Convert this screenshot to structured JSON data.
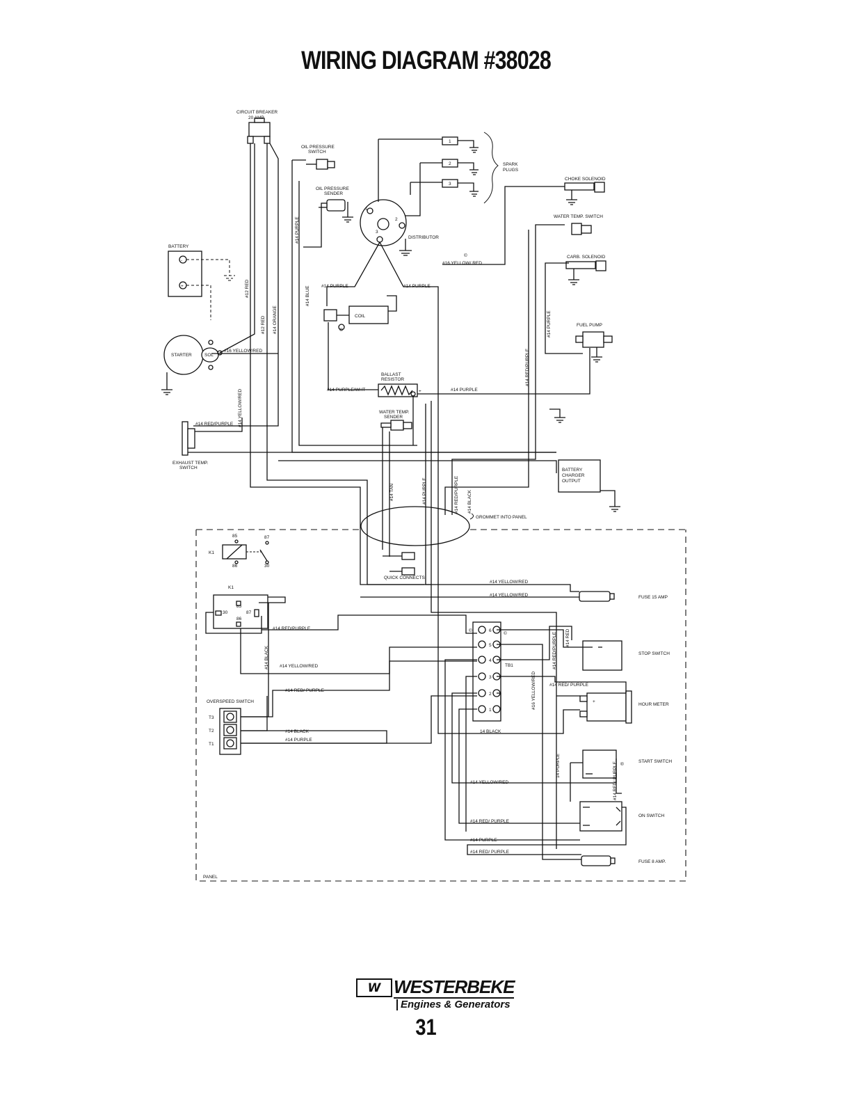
{
  "page": {
    "title": "WIRING DIAGRAM #38028",
    "page_number": "31"
  },
  "brand": {
    "mark": "W",
    "name": "WESTERBEKE",
    "tagline": "Engines & Generators"
  },
  "components": {
    "circuit_breaker_1": "CIRCUIT BREAKER",
    "circuit_breaker_2": "20 AMP",
    "oil_pressure_switch_1": "OIL PRESSURE",
    "oil_pressure_switch_2": "SWITCH",
    "oil_pressure_sender_1": "OIL PRESSURE",
    "oil_pressure_sender_2": "SENDER",
    "spark_plugs_1": "SPARK",
    "spark_plugs_2": "PLUGS",
    "plug_1": "1",
    "plug_2": "2",
    "plug_3": "3",
    "choke_solenoid": "CHOKE SOLENOID",
    "water_temp_switch": "WATER TEMP. SWITCH",
    "carb_solenoid": "CARB. SOLENOID",
    "fuel_pump": "FUEL PUMP",
    "battery": "BATTERY",
    "distributor": "DISTRIBUTOR",
    "coil": "COIL",
    "starter": "STARTER",
    "sol": "SOL",
    "ballast_1": "BALLAST",
    "ballast_2": "RESISTOR",
    "water_temp_sender_1": "WATER TEMP.",
    "water_temp_sender_2": "SENDER",
    "exhaust_temp_1": "EXHAUST TEMP.",
    "exhaust_temp_2": "SWITCH",
    "battery_charger_1": "BATTERY",
    "battery_charger_2": "CHARGER",
    "battery_charger_3": "OUTPUT",
    "grommet": "GROMMET INTO PANEL",
    "quick_connects": "QUICK CONNECTS",
    "k1": "K1",
    "overspeed_switch": "OVERSPEED SWITCH",
    "t3": "T3",
    "t2": "T2",
    "t1": "T1",
    "tb1": "TB1",
    "fuse_15": "FUSE 15 AMP",
    "stop_switch": "STOP SWITCH",
    "hour_meter": "HOUR METER",
    "start_switch": "START SWITCH",
    "on_switch": "ON SWITCH",
    "fuse_8": "FUSE 8 AMP.",
    "panel": "PANEL",
    "relay_85": "85",
    "relay_86": "86",
    "relay_87": "87",
    "relay_30": "30"
  },
  "wires": {
    "w_12red_a": "#12 RED",
    "w_12red_b": "#12 RED",
    "w_14orange": "#14 ORANGE",
    "w_14blue": "#14 BLUE",
    "w_14purple_vert": "#14 PURPLE",
    "w_14purple_coil_l": "#14 PURPLE",
    "w_14purple_coil_r": "#14 PURPLE",
    "w_16yellowred_top": "#16 YELLOW/ RED",
    "w_16yellowred_sol": "#16 YELLOW/RED",
    "w_14yellowred_vert": "#14 YELLOW/RED",
    "w_14redpurple_exh": "#14 RED/PURPLE",
    "w_14purplewht": "#14 PURPLE/WHT",
    "w_14purple_ballast": "#14 PURPLE",
    "w_14redpurple_right": "#14 RED/PURPLE",
    "w_14purple_fuel": "#14 PURPLE",
    "w_14tan": "#14 TAN",
    "w_14purple_mid": "#14 PURPLE",
    "w_14redpurple_mid": "#14 RED/PURPLE",
    "w_14black_mid": "#14 BLACK",
    "w_14yellowred_p1": "#14 YELLOW/RED",
    "w_14yellowred_p2": "#14 YELLOW/RED",
    "w_14redpurple_k1": "#14 RED/PURPLE",
    "w_14black_k1": "#14 BLACK",
    "w_14yellowred_k1": "#14 YELLOW/RED",
    "w_14redpurple_os": "#14 RED/ PURPLE",
    "w_14black_os": "#14 BLACK",
    "w_14purple_os": "#14 PURPLE",
    "w_14black_tb": "14 BLACK",
    "w_14yellowred_low": "#14 YELLOW/RED",
    "w_14redpurple_low": "#14 RED/ PURPLE",
    "w_14purple_low": "#14 PURPLE",
    "w_14redpurple_low2": "#14 RED/ PURPLE",
    "w_16yellowred_tb": "#16 YELLOW/RED",
    "w_14redpurple_tb": "#14 RED/PURPLE",
    "w_14red_tb": "#14 RED",
    "w_14redpurple_stop": "#14 RED/ PURPLE",
    "w_14purple_start": "14 PURPLE",
    "w_14redpurple_on": "#14 RED/ PURPLE"
  }
}
